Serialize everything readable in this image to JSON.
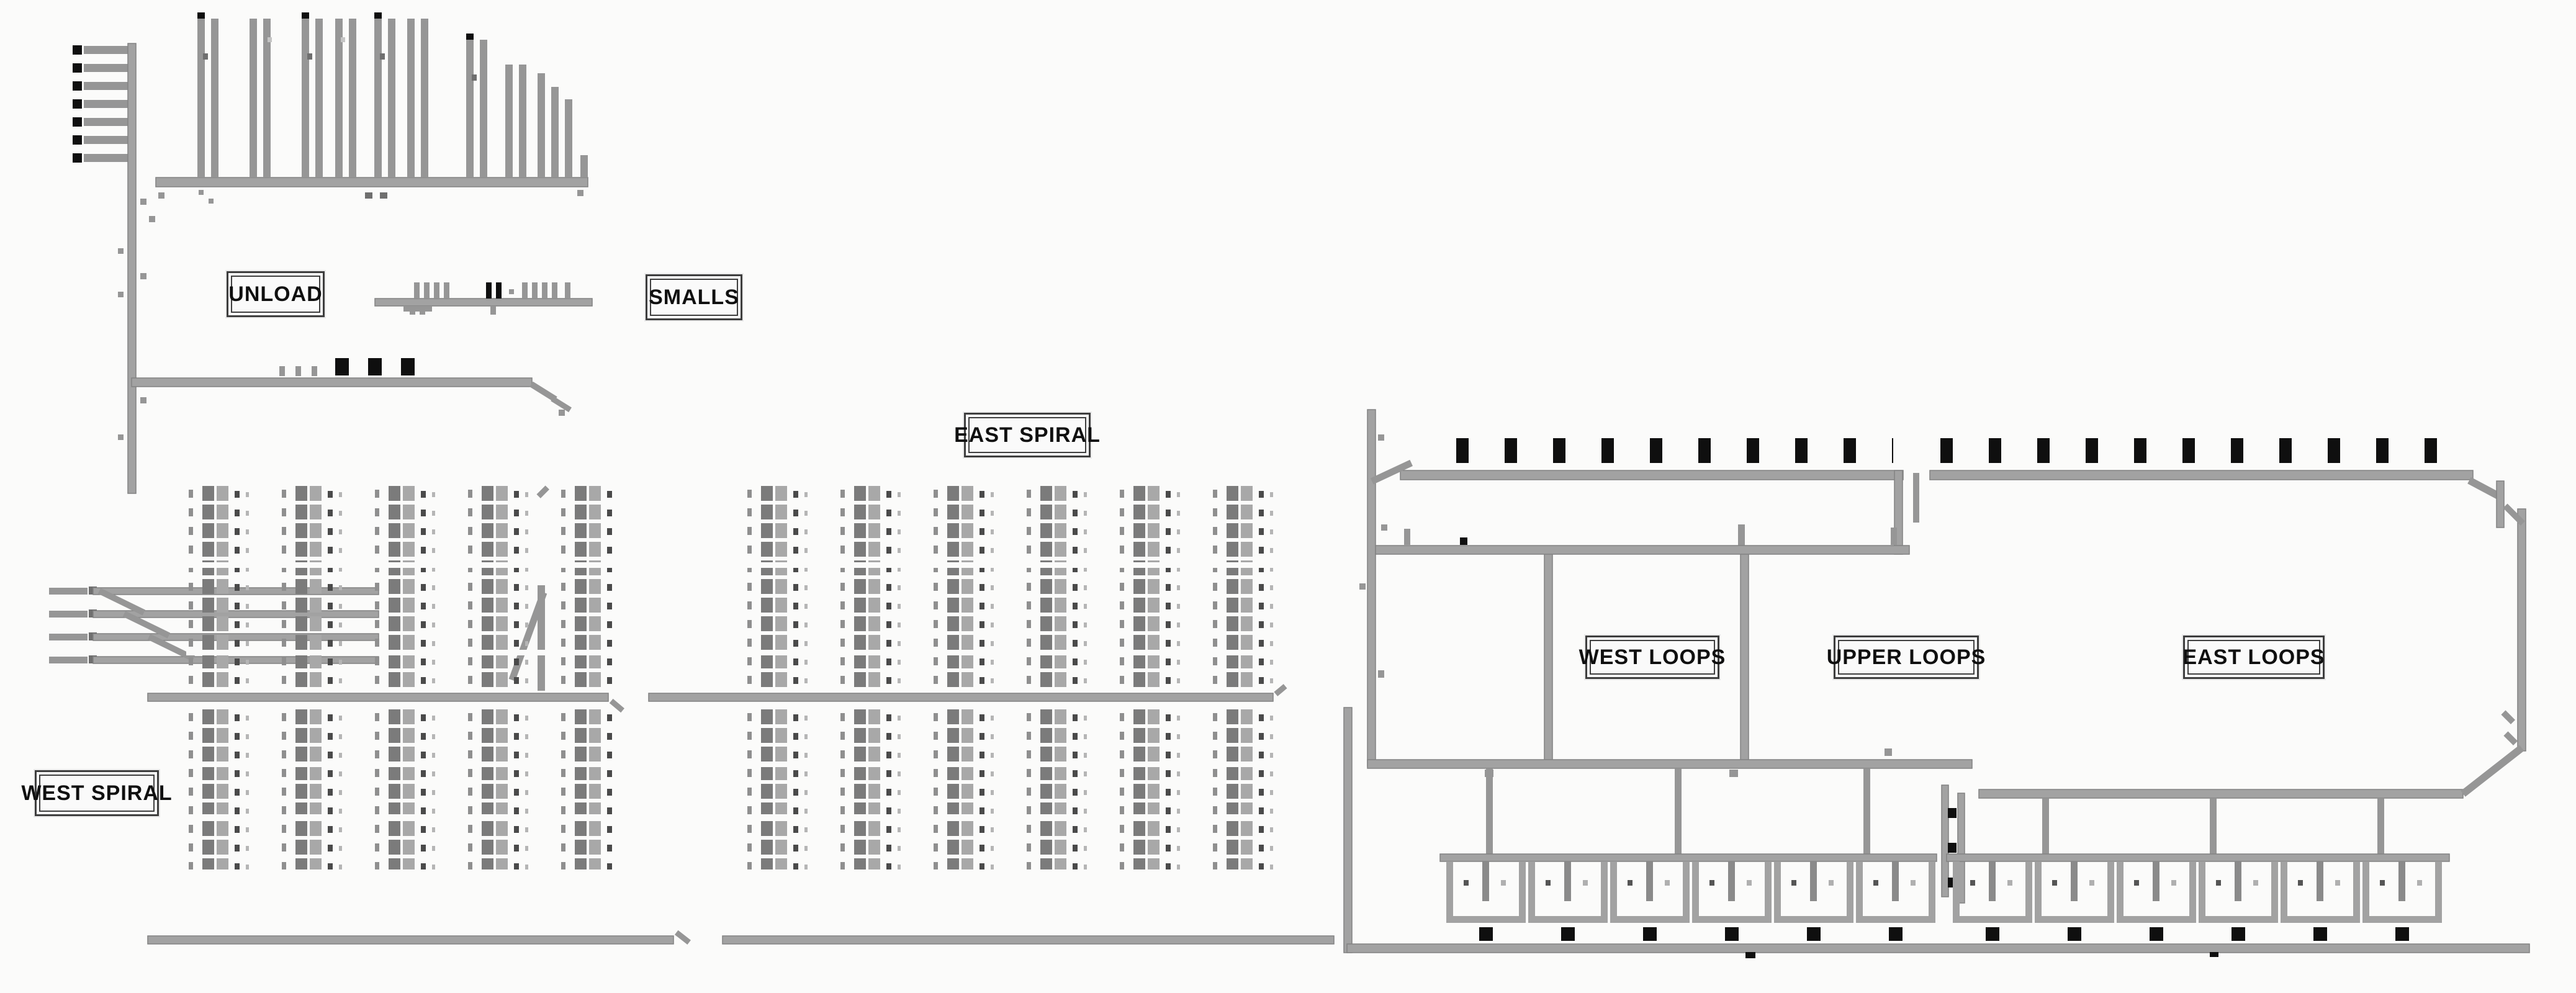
{
  "page": {
    "background": "#fbfbfa",
    "type": "track-plan-diagram"
  },
  "colors": {
    "track": "#a2a2a2",
    "track_dark": "#6f6f6f",
    "track_light": "#c4c4c4",
    "wagon_black": "#0f0f0f",
    "label_border": "#3e3e3e",
    "label_bg": "#fafafa",
    "label_text": "#101010"
  },
  "labels": [
    {
      "id": "unload",
      "text": "UNLOAD"
    },
    {
      "id": "smalls",
      "text": "SMALLS"
    },
    {
      "id": "east-spiral",
      "text": "EAST SPIRAL"
    },
    {
      "id": "west-spiral",
      "text": "WEST SPIRAL"
    },
    {
      "id": "west-loops",
      "text": "WEST LOOPS"
    },
    {
      "id": "upper-loops",
      "text": "UPPER LOOPS"
    },
    {
      "id": "east-loops",
      "text": "EAST LOOPS"
    }
  ]
}
